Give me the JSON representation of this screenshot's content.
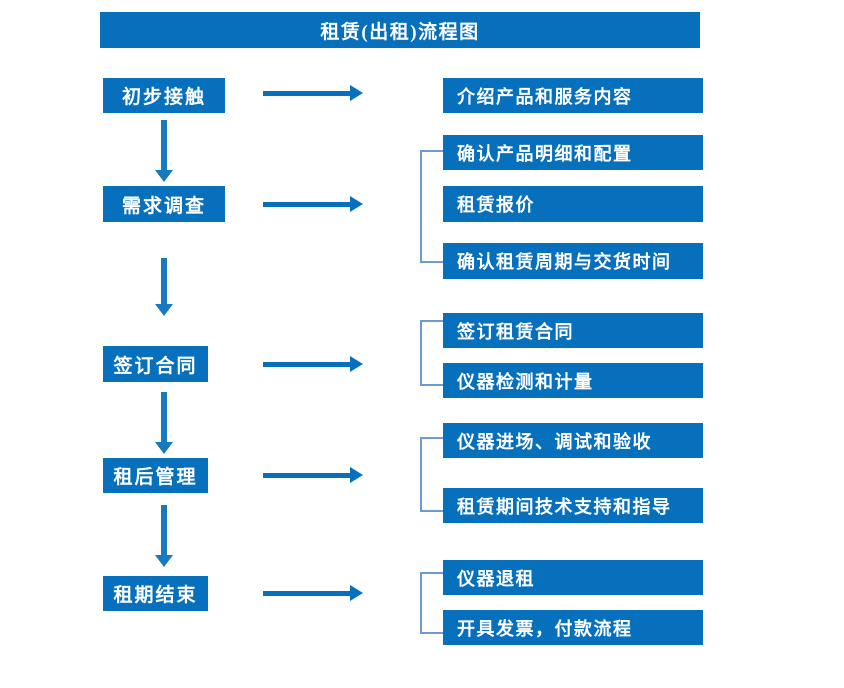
{
  "meta": {
    "title": "租赁(出租)流程图",
    "accent_color": "#0770BD",
    "bracket_color": "#6C9BD2",
    "text_color": "#FFFFFF",
    "background_color": "#FFFFFF"
  },
  "chart_data": {
    "type": "diagram",
    "diagram_kind": "flowchart",
    "title": "租赁(出租)流程图",
    "orientation": "vertical-stages-with-right-details",
    "stages": [
      {
        "id": "stage-1",
        "label": "初步接触",
        "details": [
          "介绍产品和服务内容"
        ],
        "grouped": false
      },
      {
        "id": "stage-2",
        "label": "需求调查",
        "details": [
          "确认产品明细和配置",
          "租赁报价",
          "确认租赁周期与交货时间"
        ],
        "grouped": true
      },
      {
        "id": "stage-3",
        "label": "签订合同",
        "details": [
          "签订租赁合同",
          "仪器检测和计量"
        ],
        "grouped": true
      },
      {
        "id": "stage-4",
        "label": "租后管理",
        "details": [
          "仪器进场、调试和验收",
          "租赁期间技术支持和指导"
        ],
        "grouped": true
      },
      {
        "id": "stage-5",
        "label": "租期结束",
        "details": [
          "仪器退租",
          "开具发票，付款流程"
        ],
        "grouped": true
      }
    ],
    "connectors": {
      "stage_to_stage": "down-arrow",
      "stage_to_details": "right-arrow",
      "details_grouping": "left-square-bracket"
    }
  },
  "stages": {
    "s1": {
      "label": "初步接触"
    },
    "s2": {
      "label": "需求调查"
    },
    "s3": {
      "label": "签订合同"
    },
    "s4": {
      "label": "租后管理"
    },
    "s5": {
      "label": "租期结束"
    }
  },
  "details": {
    "d1_1": {
      "label": "介绍产品和服务内容"
    },
    "d2_1": {
      "label": "确认产品明细和配置"
    },
    "d2_2": {
      "label": "租赁报价"
    },
    "d2_3": {
      "label": "确认租赁周期与交货时间"
    },
    "d3_1": {
      "label": "签订租赁合同"
    },
    "d3_2": {
      "label": "仪器检测和计量"
    },
    "d4_1": {
      "label": "仪器进场、调试和验收"
    },
    "d4_2": {
      "label": "租赁期间技术支持和指导"
    },
    "d5_1": {
      "label": "仪器退租"
    },
    "d5_2": {
      "label": "开具发票，付款流程"
    }
  }
}
